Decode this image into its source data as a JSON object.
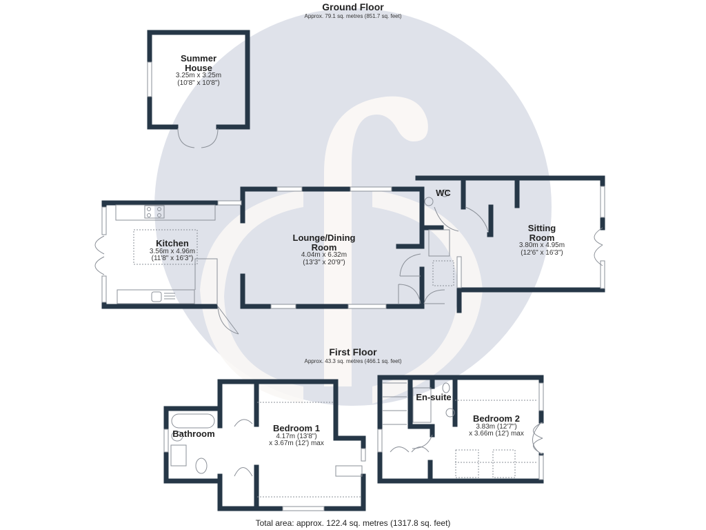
{
  "colors": {
    "wall": "#263747",
    "watermark_circle": "#dfe2ea",
    "watermark_glyph": "#faf7f5",
    "background": "#ffffff",
    "fixture_line": "#8a8f97"
  },
  "watermark": {
    "icon": "logo-letter-f-in-circle"
  },
  "ground_floor": {
    "title": "Ground Floor",
    "area": "Approx. 79.1 sq. metres (851.7 sq. feet)",
    "rooms": [
      {
        "id": "summer_house",
        "name_line1": "Summer",
        "name_line2": "House",
        "dim1": "3.25m x 3.25m",
        "dim2": "(10'8\" x 10'8\")"
      },
      {
        "id": "kitchen",
        "name_line1": "Kitchen",
        "name_line2": "",
        "dim1": "3.56m x 4.96m",
        "dim2": "(11'8\" x 16'3\")"
      },
      {
        "id": "lounge_dining",
        "name_line1": "Lounge/Dining",
        "name_line2": "Room",
        "dim1": "4.04m x 6.32m",
        "dim2": "(13'3\" x 20'9\")"
      },
      {
        "id": "wc",
        "name_line1": "WC",
        "name_line2": "",
        "dim1": "",
        "dim2": ""
      },
      {
        "id": "sitting_room",
        "name_line1": "Sitting",
        "name_line2": "Room",
        "dim1": "3.80m x 4.95m",
        "dim2": "(12'6\" x 16'3\")"
      }
    ]
  },
  "first_floor": {
    "title": "First Floor",
    "area": "Approx. 43.3 sq. metres (466.1 sq. feet)",
    "rooms": [
      {
        "id": "bathroom",
        "name_line1": "Bathroom",
        "name_line2": "",
        "dim1": "",
        "dim2": ""
      },
      {
        "id": "bedroom1",
        "name_line1": "Bedroom 1",
        "name_line2": "",
        "dim1": "4.17m (13'8\")",
        "dim2": "x 3.67m (12') max"
      },
      {
        "id": "en_suite",
        "name_line1": "En-suite",
        "name_line2": "",
        "dim1": "",
        "dim2": ""
      },
      {
        "id": "bedroom2",
        "name_line1": "Bedroom 2",
        "name_line2": "",
        "dim1": "3.83m (12'7\")",
        "dim2": "x 3.66m (12') max"
      }
    ]
  },
  "total_area": "Total area: approx. 122.4 sq. metres (1317.8 sq. feet)"
}
